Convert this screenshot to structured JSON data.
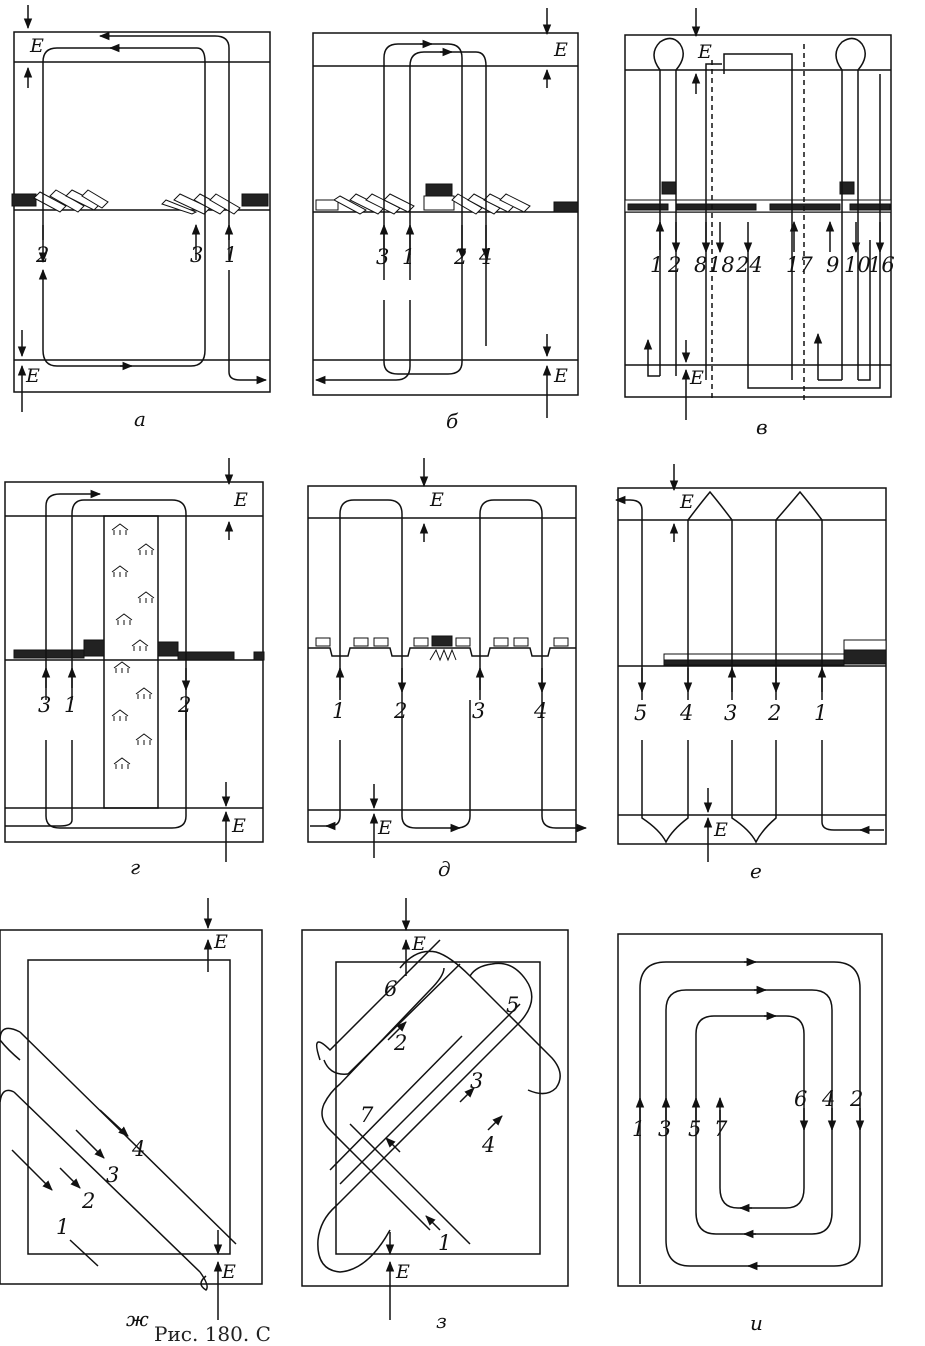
{
  "panels": [
    {
      "id": "a",
      "caption": "а",
      "e_label": "E",
      "paths": [
        "2",
        "3",
        "1"
      ]
    },
    {
      "id": "b",
      "caption": "б",
      "e_label": "E",
      "paths": [
        "3",
        "1",
        "2",
        "4"
      ]
    },
    {
      "id": "v",
      "caption": "в",
      "e_label": "E",
      "paths": [
        "1",
        "2",
        "8",
        "18",
        "24",
        "17",
        "9",
        "10",
        "16"
      ]
    },
    {
      "id": "g",
      "caption": "г",
      "e_label": "E",
      "paths": [
        "3",
        "1",
        "2"
      ]
    },
    {
      "id": "d",
      "caption": "д",
      "e_label": "E",
      "paths": [
        "1",
        "2",
        "3",
        "4"
      ]
    },
    {
      "id": "e",
      "caption": "е",
      "e_label": "E",
      "paths": [
        "5",
        "4",
        "3",
        "2",
        "1"
      ]
    },
    {
      "id": "zh",
      "caption": "ж",
      "e_label": "E",
      "paths": [
        "4",
        "3",
        "2",
        "1"
      ]
    },
    {
      "id": "z",
      "caption": "з",
      "e_label": "E",
      "paths": [
        "6",
        "5",
        "2",
        "3",
        "7",
        "4",
        "1"
      ]
    },
    {
      "id": "i",
      "caption": "и",
      "paths": [
        "1",
        "3",
        "5",
        "7",
        "6",
        "4",
        "2"
      ]
    }
  ],
  "figure_caption_fragment": "Рис. 180. С"
}
